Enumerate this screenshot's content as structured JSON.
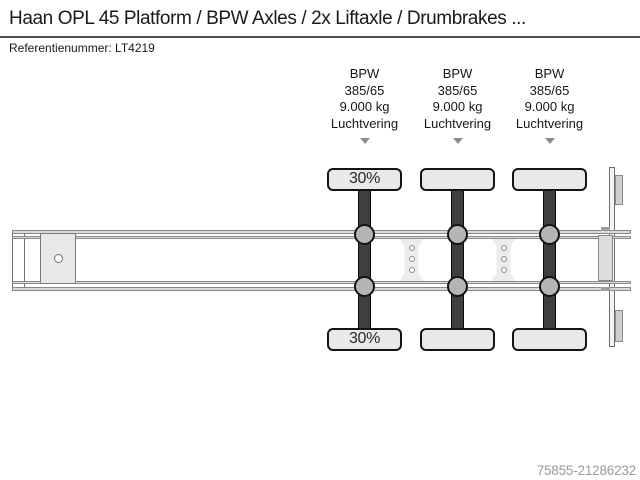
{
  "header": {
    "title": "Haan OPL 45 Platform / BPW Axles / 2x Liftaxle / Drumbrakes ...",
    "reference": "Referentienummer: LT4219"
  },
  "diagram": {
    "axles": [
      {
        "brand": "BPW",
        "tire_size": "385/65",
        "load_capacity": "9.000 kg",
        "suspension": "Luchtvering",
        "left_tire_tread": "30%",
        "right_tire_tread": "30%"
      },
      {
        "brand": "BPW",
        "tire_size": "385/65",
        "load_capacity": "9.000 kg",
        "suspension": "Luchtvering",
        "left_tire_tread": "",
        "right_tire_tread": ""
      },
      {
        "brand": "BPW",
        "tire_size": "385/65",
        "load_capacity": "9.000 kg",
        "suspension": "Luchtvering",
        "left_tire_tread": "",
        "right_tire_tread": ""
      }
    ]
  },
  "footer": {
    "listing_id": "75855-21286232"
  },
  "colors": {
    "axle_beam": "#3f3f3f",
    "wheel_fill": "#e9e9e9",
    "outline_dark": "#141414",
    "rail_fill": "#d9d9d9",
    "rail_border": "#8a8a8a",
    "muted_text": "#9a9a9a",
    "title_rule": "#4d4d4d"
  }
}
